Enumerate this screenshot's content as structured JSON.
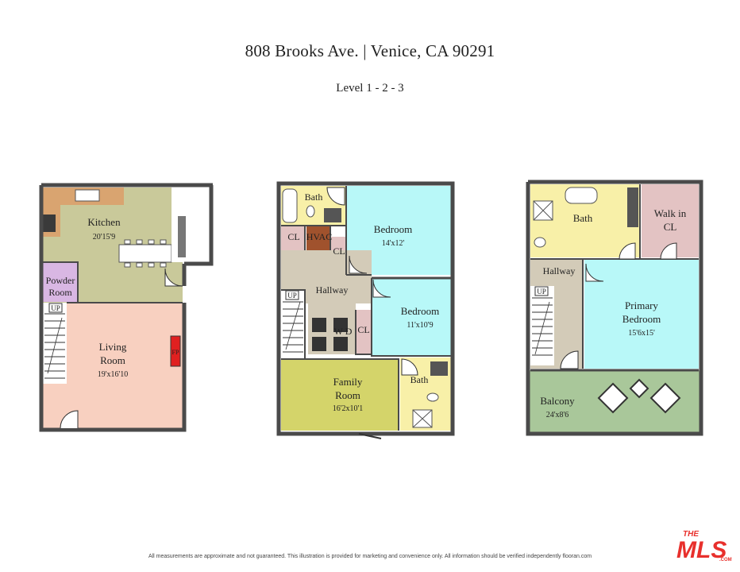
{
  "header": {
    "title": "808 Brooks Ave.  |  Venice, CA 90291",
    "subtitle": "Level  1 - 2 - 3"
  },
  "level1": {
    "kitchen": {
      "name": "Kitchen",
      "dims": "20'15'9"
    },
    "powder": {
      "line1": "Powder",
      "line2": "Room"
    },
    "living": {
      "line1": "Living",
      "line2": "Room",
      "dims": "19'x16'10"
    },
    "stair_up": "UP",
    "fireplace": "FP"
  },
  "level2": {
    "bath_top": "Bath",
    "cl_left": "CL",
    "hvac": "HVAC",
    "cl_mid": "CL",
    "bedroom1": {
      "name": "Bedroom",
      "dims": "14'x12'"
    },
    "hallway": "Hallway",
    "stair_up": "UP",
    "wd": "W D",
    "cl_wd": "CL",
    "bedroom2": {
      "name": "Bedroom",
      "dims": "11'x10'9"
    },
    "family": {
      "line1": "Family",
      "line2": "Room",
      "dims": "16'2x10'1"
    },
    "bath_bottom": "Bath"
  },
  "level3": {
    "bath": "Bath",
    "walkin": {
      "line1": "Walk in",
      "line2": "CL"
    },
    "hallway": "Hallway",
    "stair_up": "UP",
    "primary": {
      "line1": "Primary",
      "line2": "Bedroom",
      "dims": "15'6x15'"
    },
    "balcony": {
      "name": "Balcony",
      "dims": "24'x8'6"
    }
  },
  "footer": "All measurements are approximate and not guaranteed. This illustration is provided for marketing and convenience only. All information should be verified independently    flooran.com",
  "logo": {
    "top": "THE",
    "main": "MLS",
    "sub": ".COM"
  },
  "colors": {
    "kitchen": "#c9c99a",
    "living": "#f8d0c0",
    "powder": "#d9b7e3",
    "bedroom": "#b8f8f8",
    "hallway": "#d3cbb8",
    "bath": "#f8f0a8",
    "closet": "#e3c3c3",
    "hvac": "#a0522d",
    "family": "#d4d46a",
    "balcony": "#a9c79a",
    "wall": "#4a4a4a",
    "logo": "#e8302c"
  }
}
